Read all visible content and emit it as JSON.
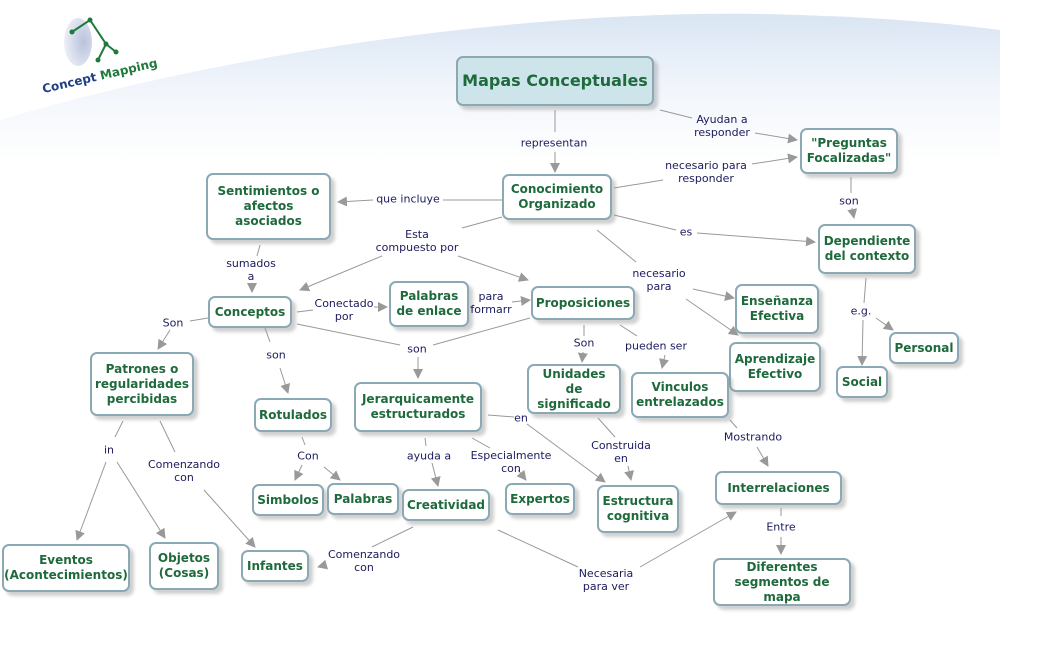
{
  "logo": {
    "word1": "Concept",
    "word2": "Mapping",
    "icon": "head-tree-icon"
  },
  "colors": {
    "node_text": "#1e6a3c",
    "node_border": "#8aa9b4",
    "root_fill": "#cde4ea",
    "link_text": "#1b1b5e",
    "line": "#999999"
  },
  "nodes": {
    "mapas": "Mapas Conceptuales",
    "preguntas": "\"Preguntas\nFocalizadas\"",
    "conocimiento": "Conocimiento\nOrganizado",
    "sentimientos": "Sentimientos o\nafectos asociados",
    "dependiente": "Dependiente\ndel contexto",
    "conceptos": "Conceptos",
    "palabras_enlace": "Palabras\nde enlace",
    "proposiciones": "Proposiciones",
    "ensenanza": "Enseñanza\nEfectiva",
    "aprendizaje": "Aprendizaje\nEfectivo",
    "personal": "Personal",
    "social": "Social",
    "patrones": "Patrones o\nregularidades\npercibidas",
    "rotulados": "Rotulados",
    "jerarquicamente": "Jerarquicamente\nestructurados",
    "unidades": "Unidades de\nsignificado",
    "vinculos": "Vinculos\nentrelazados",
    "simbolos": "Simbolos",
    "palabras": "Palabras",
    "creatividad": "Creatividad",
    "expertos": "Expertos",
    "estructura": "Estructura\ncognitiva",
    "interrelaciones": "Interrelaciones",
    "eventos": "Eventos\n(Acontecimientos)",
    "objetos": "Objetos\n(Cosas)",
    "infantes": "Infantes",
    "diferentes": "Diferentes\nsegmentos de mapa"
  },
  "links": {
    "representan": "representan",
    "ayudan": "Ayudan a\nresponder",
    "necesario_resp": "necesario para\nresponder",
    "que_incluye": "que incluye",
    "son_preg": "son",
    "es": "es",
    "esta_compuesto": "Esta\ncompuesto por",
    "sumados": "sumados\na",
    "necesario_para": "necesario\npara",
    "conectado": "Conectado\npor",
    "para_formarr": "para\nformarr",
    "eg": "e.g.",
    "son_patrones": "Son",
    "son_rot": "son",
    "son_jer": "son",
    "son_unid": "Son",
    "pueden_ser": "pueden ser",
    "in": "in",
    "comenzando1": "Comenzando\ncon",
    "con": "Con",
    "en": "en",
    "ayuda_a": "ayuda a",
    "especialmente": "Especialmente\ncon",
    "construida": "Construida\nen",
    "mostrando": "Mostrando",
    "entre": "Entre",
    "comenzando2": "Comenzando\ncon",
    "necesaria": "Necesaria\npara ver"
  }
}
